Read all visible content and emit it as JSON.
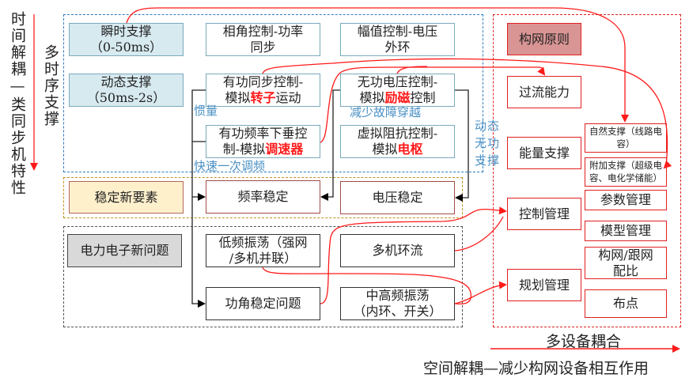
{
  "left_axis": {
    "label": "时间解耦—类同步机特性",
    "sub_label": "多时序支撑"
  },
  "support_group": {
    "instant": [
      "瞬时支撑",
      "（0-50ms）"
    ],
    "dynamic": [
      "动态支撑",
      "（50ms-2s）"
    ],
    "phase_ctrl": [
      "相角控制-功率",
      "同步"
    ],
    "amp_ctrl": [
      "幅值控制-电压",
      "外环"
    ],
    "active_sync": {
      "line1": "有功同步控制-",
      "pre": "模拟",
      "hl": "转子",
      "post": "运动"
    },
    "reactive_volt": {
      "line1": "无功电压控制-",
      "pre": "模拟",
      "hl": "励磁",
      "post": "控制"
    },
    "active_droop": {
      "line1": "有功频率下垂控",
      "pre": "制-模拟",
      "hl": "调速器",
      "post": ""
    },
    "virtual_imp": {
      "line1": "虚拟阻抗控制-",
      "pre": "模拟",
      "hl": "电枢",
      "post": ""
    },
    "labels": {
      "inertia": "惯量",
      "fast_freq": "快速一次调频",
      "fault_ride": "减少故障穿越",
      "dynamic_reactive": "动态无功支撑"
    }
  },
  "stability_group": {
    "title": "稳定新要素",
    "freq": "频率稳定",
    "volt": "电压稳定"
  },
  "pe_group": {
    "title": "电力电子新问题",
    "low_freq_osc": [
      "低频振荡（强网",
      "/多机并联）"
    ],
    "multi_circ": "多机环流",
    "power_angle": "功角稳定问题",
    "mid_high_osc": [
      "中高频振荡",
      "（内环、开关）"
    ]
  },
  "gfm_group": {
    "principle": "构网原则",
    "overcurrent": "过流能力",
    "energy_support": "能量支撑",
    "control_mgmt": "控制管理",
    "planning_mgmt": "规划管理",
    "natural_support": "自然支撑（线路电容）",
    "additional_support": "附加支撑（超级电容、电化学储能）",
    "param_mgmt": "参数管理",
    "model_mgmt": "模型管理",
    "gfm_gfl_ratio": [
      "构网/跟网",
      "配比"
    ],
    "placement": "布点"
  },
  "bottom_axis": {
    "label": "多设备耦合",
    "caption": "空间解耦—减少构网设备相互作用"
  },
  "colors": {
    "red": "#ff1a1a",
    "blue_dash": "#2e7cc2",
    "gold_dash": "#c09020",
    "gray_dash": "#555555",
    "blue_label": "#4a90c4"
  }
}
